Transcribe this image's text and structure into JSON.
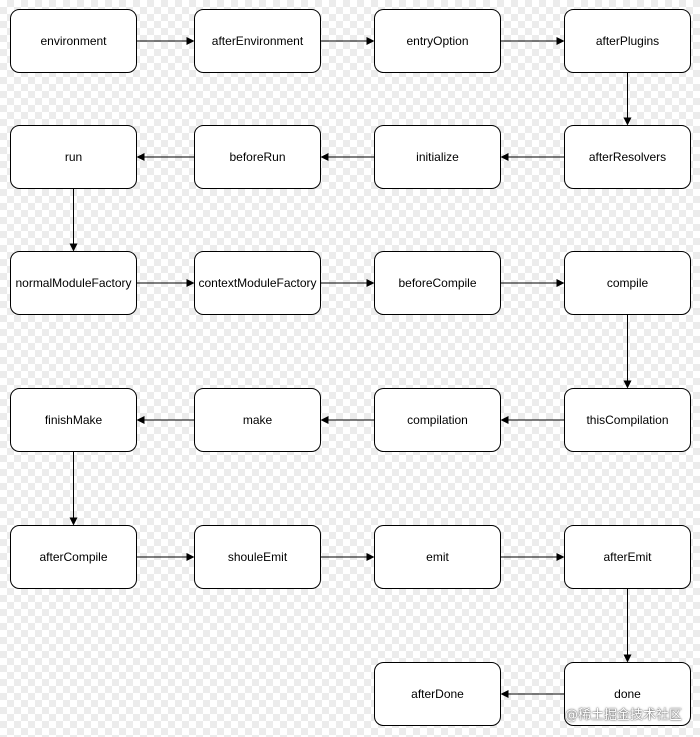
{
  "nodes": {
    "environment": "environment",
    "afterEnvironment": "afterEnvironment",
    "entryOption": "entryOption",
    "afterPlugins": "afterPlugins",
    "afterResolvers": "afterResolvers",
    "initialize": "initialize",
    "beforeRun": "beforeRun",
    "run": "run",
    "normalModuleFactory": "normalModuleFactory",
    "contextModuleFactory": "contextModuleFactory",
    "beforeCompile": "beforeCompile",
    "compile": "compile",
    "thisCompilation": "thisCompilation",
    "compilation": "compilation",
    "make": "make",
    "finishMake": "finishMake",
    "afterCompile": "afterCompile",
    "shouleEmit": "shouleEmit",
    "emit": "emit",
    "afterEmit": "afterEmit",
    "done": "done",
    "afterDone": "afterDone"
  },
  "edges": [
    [
      "environment",
      "afterEnvironment"
    ],
    [
      "afterEnvironment",
      "entryOption"
    ],
    [
      "entryOption",
      "afterPlugins"
    ],
    [
      "afterPlugins",
      "afterResolvers"
    ],
    [
      "afterResolvers",
      "initialize"
    ],
    [
      "initialize",
      "beforeRun"
    ],
    [
      "beforeRun",
      "run"
    ],
    [
      "run",
      "normalModuleFactory"
    ],
    [
      "normalModuleFactory",
      "contextModuleFactory"
    ],
    [
      "contextModuleFactory",
      "beforeCompile"
    ],
    [
      "beforeCompile",
      "compile"
    ],
    [
      "compile",
      "thisCompilation"
    ],
    [
      "thisCompilation",
      "compilation"
    ],
    [
      "compilation",
      "make"
    ],
    [
      "make",
      "finishMake"
    ],
    [
      "finishMake",
      "afterCompile"
    ],
    [
      "afterCompile",
      "shouleEmit"
    ],
    [
      "shouleEmit",
      "emit"
    ],
    [
      "emit",
      "afterEmit"
    ],
    [
      "afterEmit",
      "done"
    ],
    [
      "done",
      "afterDone"
    ]
  ],
  "watermark": "@稀土掘金技术社区"
}
